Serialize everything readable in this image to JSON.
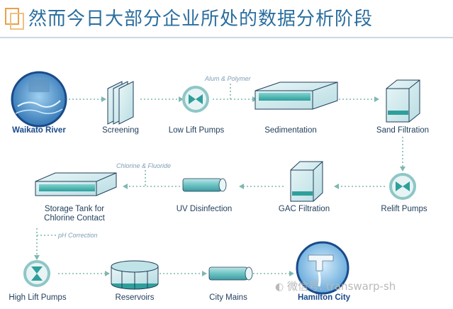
{
  "title": "然而今日大部分企业所处的数据分析阶段",
  "nodes": {
    "waikato": "Waikato River",
    "screening": "Screening",
    "low_lift": "Low Lift Pumps",
    "sedimentation": "Sedimentation",
    "sand": "Sand Filtration",
    "relift": "Relift Pumps",
    "gac": "GAC Filtration",
    "uv": "UV Disinfection",
    "storage_1": "Storage Tank for",
    "storage_2": "Chlorine Contact",
    "high_lift": "High Lift Pumps",
    "reservoirs": "Reservoirs",
    "city_mains": "City Mains",
    "hamilton": "Hamilton City"
  },
  "annotations": {
    "alum": "Alum & Polymer",
    "chlorine": "Chlorine & Fluoride",
    "ph": "pH Correction"
  },
  "watermark": "微信号: transwarp-sh",
  "colors": {
    "title": "#2b6e9e",
    "flow": "#7fb8b0",
    "water": "#3fb5b0",
    "outline": "#1f3d5a",
    "river": "#1a5aa0"
  }
}
